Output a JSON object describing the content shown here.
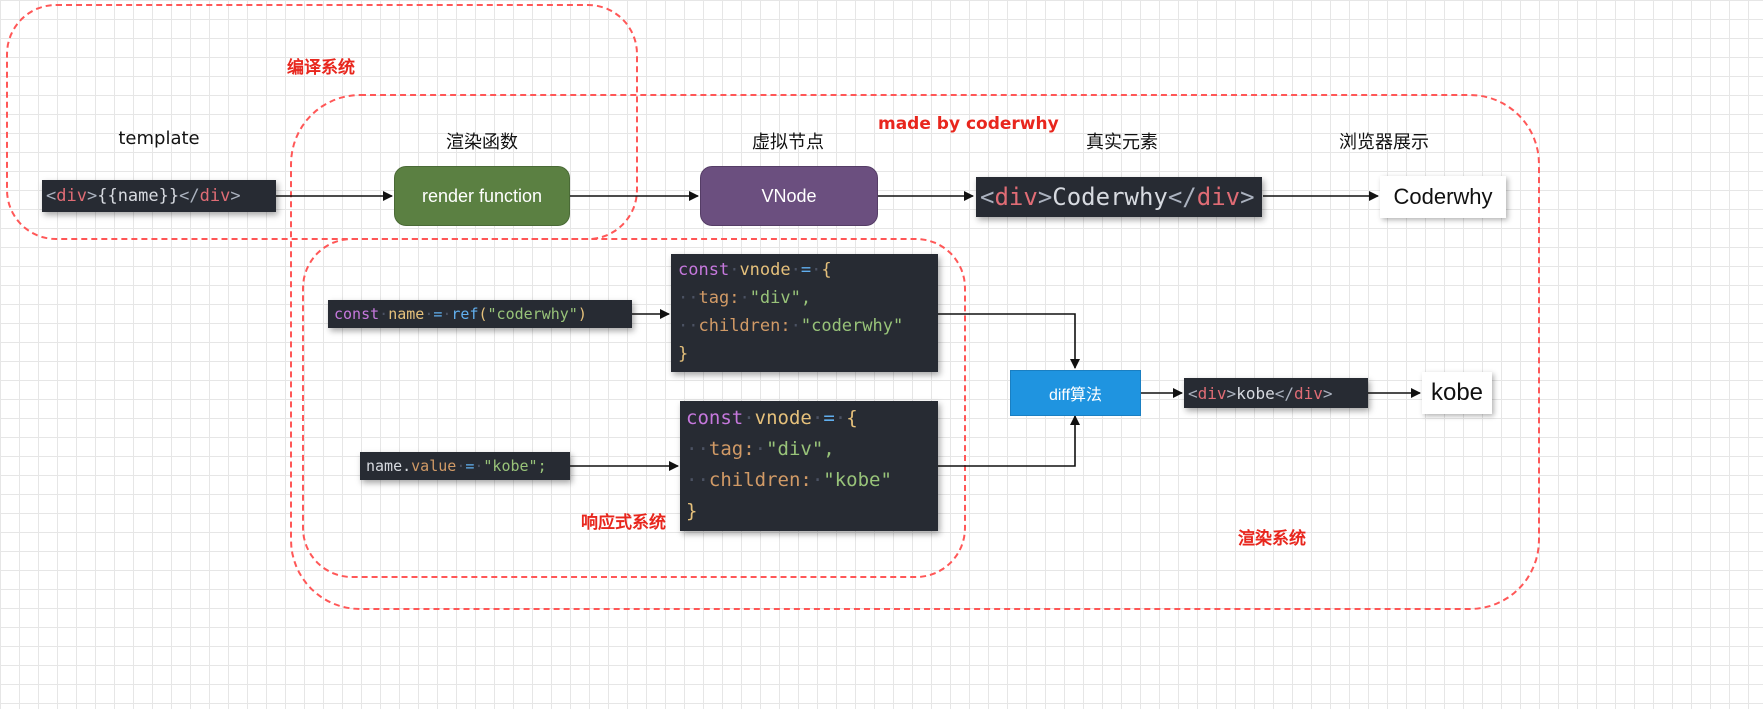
{
  "regions": {
    "compile_label": "编译系统",
    "render_label": "渲染系统",
    "reactive_label": "响应式系统"
  },
  "watermark": "made by coderwhy",
  "stages": {
    "template": "template",
    "render_fn": "渲染函数",
    "vnode": "虚拟节点",
    "real_element": "真实元素",
    "browser": "浏览器展示"
  },
  "nodes": {
    "render_function": "render function",
    "vnode": "VNode",
    "diff": "diff算法"
  },
  "template_code": {
    "open_lt": "<",
    "open_tag": "div",
    "open_gt": ">",
    "mustache": "{{name}}",
    "close_lt": "</",
    "close_tag": "div",
    "close_gt": ">"
  },
  "real_code": {
    "open_lt": "<",
    "open_tag": "div",
    "open_gt": ">",
    "text": "Coderwhy",
    "close_lt": "</",
    "close_tag": "div",
    "close_gt": ">"
  },
  "browser_output": "Coderwhy",
  "ref_code": {
    "kw": "const",
    "name": "name",
    "eq": "=",
    "fn": "ref",
    "lparen": "(",
    "arg": "\"coderwhy\"",
    "rparen": ")"
  },
  "vnode1": {
    "kw": "const",
    "name": "vnode",
    "eq": "=",
    "open": "{",
    "tag_key": "tag:",
    "tag_val": "\"div\",",
    "children_key": "children:",
    "children_val": "\"coderwhy\"",
    "close": "}"
  },
  "assign_code": {
    "obj": "name.",
    "prop": "value",
    "eq": "=",
    "val": "\"kobe\";"
  },
  "vnode2": {
    "kw": "const",
    "name": "vnode",
    "eq": "=",
    "open": "{",
    "tag_key": "tag:",
    "tag_val": "\"div\",",
    "children_key": "children:",
    "children_val": "\"kobe\"",
    "close": "}"
  },
  "patched_code": {
    "open_lt": "<",
    "open_tag": "div",
    "open_gt": ">",
    "text": "kobe",
    "close_lt": "</",
    "close_tag": "div",
    "close_gt": ">"
  },
  "patched_output": "kobe",
  "colors": {
    "region_border": "#ff5757",
    "label_red": "#e8261d",
    "render_node": "#5b8042",
    "vnode_node": "#6b4f7f",
    "diff_node": "#1f94e0",
    "code_bg": "#272b33"
  }
}
